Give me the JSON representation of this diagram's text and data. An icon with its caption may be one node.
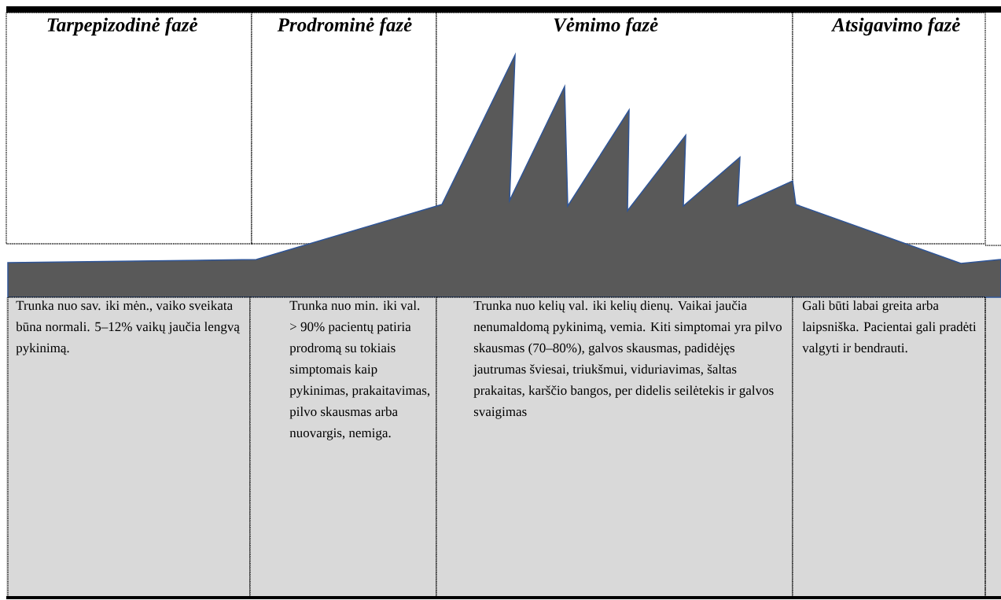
{
  "diagram": {
    "nodes": [
      {
        "text": [
          "Tarpepizodinė fazė"
        ]
      },
      {
        "text": [
          "Prodrominė fazė"
        ]
      },
      {
        "text": [
          "Vėmimo fazė"
        ]
      },
      {
        "text": [
          "Atsigavimo fazė"
        ]
      },
      {
        "text": [
          "Trunka nuo sav. iki mėn., vaiko sveikata būna normali. 5–12% vaikų jaučia lengvą pykinimą."
        ]
      },
      {
        "text": [
          "Trunka nuo min. iki val. > 90% pacientų patiria prodromą su tokiais simptomais kaip pykinimas, prakaitavimas, pilvo skausmas arba nuovargis, nemiga."
        ]
      },
      {
        "text": [
          "Trunka nuo kelių val. iki kelių dienų. Vaikai jaučia nenumaldomą pykinimą, vemia. Kiti simptomai yra pilvo skausmas (70–80%), galvos skausmas, padidėjęs jautrumas šviesai, triukšmui, viduriavimas, šaltas prakaitas, karščio bangos, per didelis seilėtekis ir galvos svaigimas"
        ]
      },
      {
        "text": [
          "Gali būti labai greita arba laipsniška. Pacientai gali pradėti valgyti ir bendrauti."
        ]
      }
    ]
  }
}
